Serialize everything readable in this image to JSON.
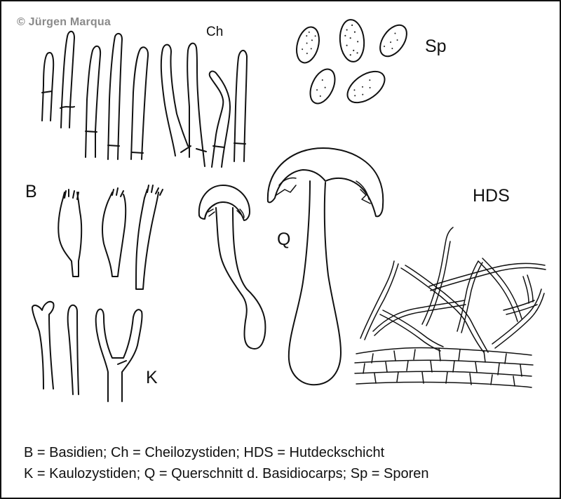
{
  "copyright": "© Jürgen Marqua",
  "labels": {
    "ch": "Ch",
    "sp": "Sp",
    "b": "B",
    "q": "Q",
    "hds": "HDS",
    "k": "K"
  },
  "legend": [
    "B = Basidien; Ch = Cheilozystiden; HDS = Hutdeckschicht",
    "K = Kaulozystiden; Q = Querschnitt d. Basidiocarps; Sp = Sporen"
  ]
}
